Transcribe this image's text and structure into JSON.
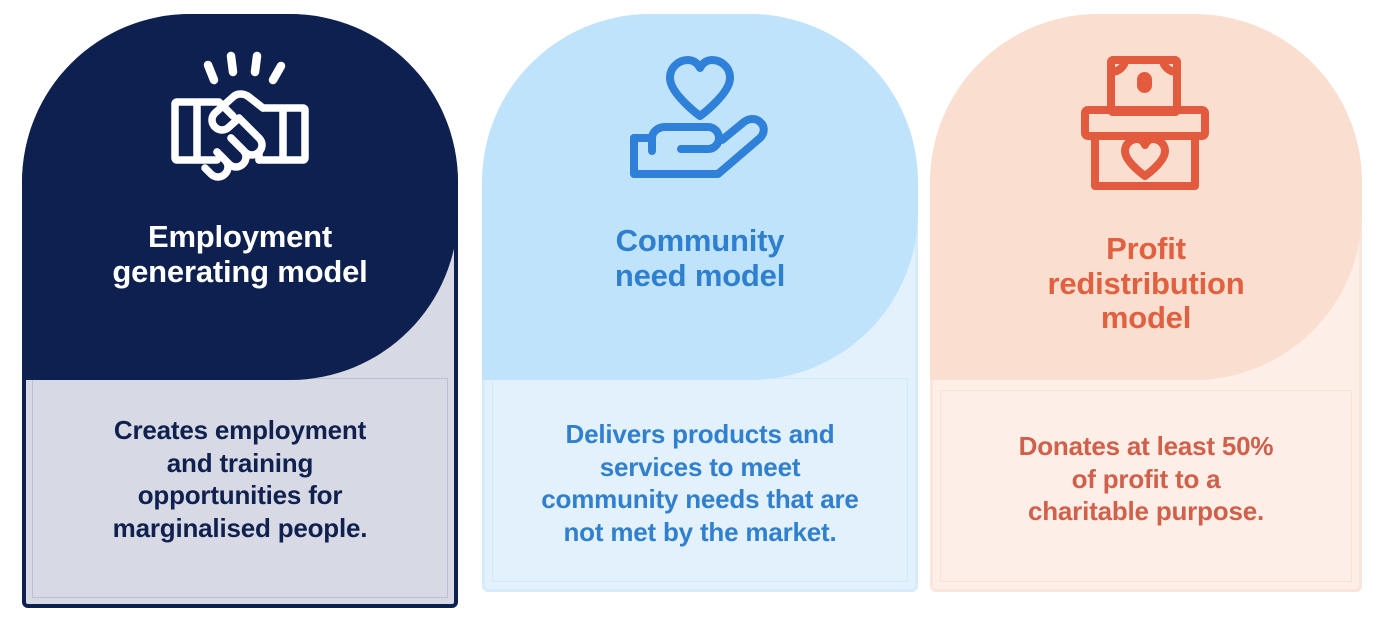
{
  "infographic": {
    "background_color": "#ffffff",
    "cards": [
      {
        "id": "employment",
        "icon_name": "handshake-icon",
        "title": "Employment\ngenerating model",
        "description": "Creates employment\nand training\nopportunities for\nmarginalised people.",
        "colors": {
          "arch": "#0d2050",
          "body": "#d7dae4",
          "border": "#0d2050",
          "title_text": "#ffffff",
          "description_text": "#10214f",
          "icon": "#ffffff"
        }
      },
      {
        "id": "community",
        "icon_name": "heart-in-hand-icon",
        "title": "Community\nneed model",
        "description": "Delivers products and\nservices to meet\ncommunity needs that are\nnot met by the market.",
        "colors": {
          "arch": "#bfe3fb",
          "body": "#e2f1fc",
          "border": "#d6ecfb",
          "title_text": "#2f7fd1",
          "description_text": "#3080cf",
          "icon": "#2f80d8"
        }
      },
      {
        "id": "profit",
        "icon_name": "donation-box-icon",
        "title": "Profit\nredistribution\nmodel",
        "description": "Donates at least 50%\nof profit to a\ncharitable purpose.",
        "colors": {
          "arch": "#fadfd1",
          "body": "#fdeee7",
          "border": "#fae5da",
          "title_text": "#e1603f",
          "description_text": "#d1604a",
          "icon": "#e35b3e"
        }
      }
    ]
  }
}
